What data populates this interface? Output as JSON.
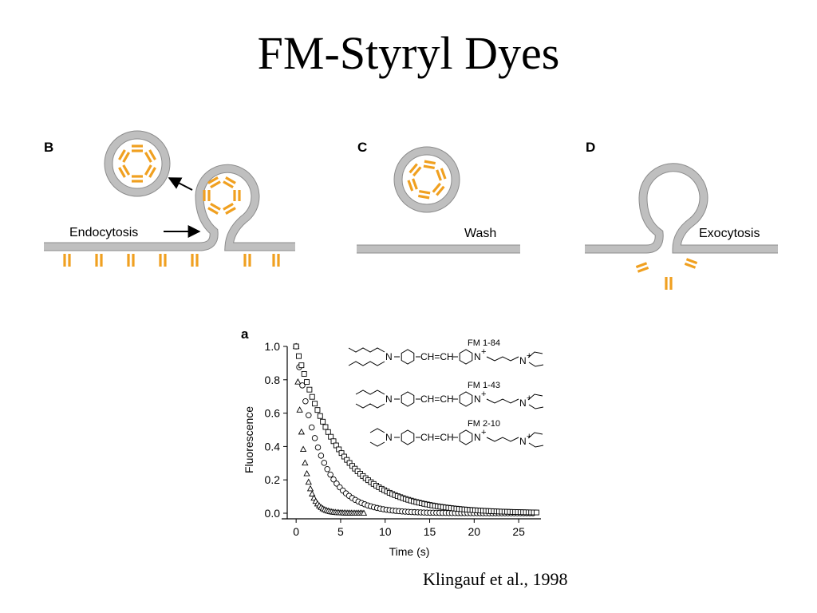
{
  "title": "FM-Styryl Dyes",
  "citation": "Klingauf et al., 1998",
  "panels": {
    "b": {
      "letter": "B",
      "label": "Endocytosis"
    },
    "c": {
      "letter": "C",
      "label": "Wash"
    },
    "d": {
      "letter": "D",
      "label": "Exocytosis"
    },
    "a": {
      "letter": "a"
    }
  },
  "structures": [
    {
      "name": "FM 1-84"
    },
    {
      "name": "FM 1-43"
    },
    {
      "name": "FM 2-10"
    }
  ],
  "structure_text": {
    "n": "N",
    "n_plus": "N",
    "plus": "+",
    "linker": "CH=CH"
  },
  "colors": {
    "dye": "#f0a020",
    "membrane": "#bfbfbf"
  },
  "chart_data": {
    "type": "scatter",
    "title": "",
    "xlabel": "Time (s)",
    "ylabel": "Fluorescence",
    "xlim": [
      -1,
      27.5
    ],
    "ylim": [
      0,
      1.0
    ],
    "xticks": [
      0,
      5,
      10,
      15,
      20,
      25
    ],
    "yticks": [
      0.0,
      0.2,
      0.4,
      0.6,
      0.8,
      1.0
    ],
    "ytick_labels": [
      "0.0",
      "0.2",
      "0.4",
      "0.6",
      "0.8",
      "1.0"
    ],
    "grid": false,
    "series": [
      {
        "marker": "triangle",
        "k": 1.2,
        "x_max": 7.6,
        "step": 0.2
      },
      {
        "marker": "circle",
        "k": 0.38,
        "x_max": 26.8,
        "step": 0.35
      },
      {
        "marker": "square",
        "k": 0.2,
        "x_max": 27.0,
        "step": 0.3
      }
    ]
  }
}
